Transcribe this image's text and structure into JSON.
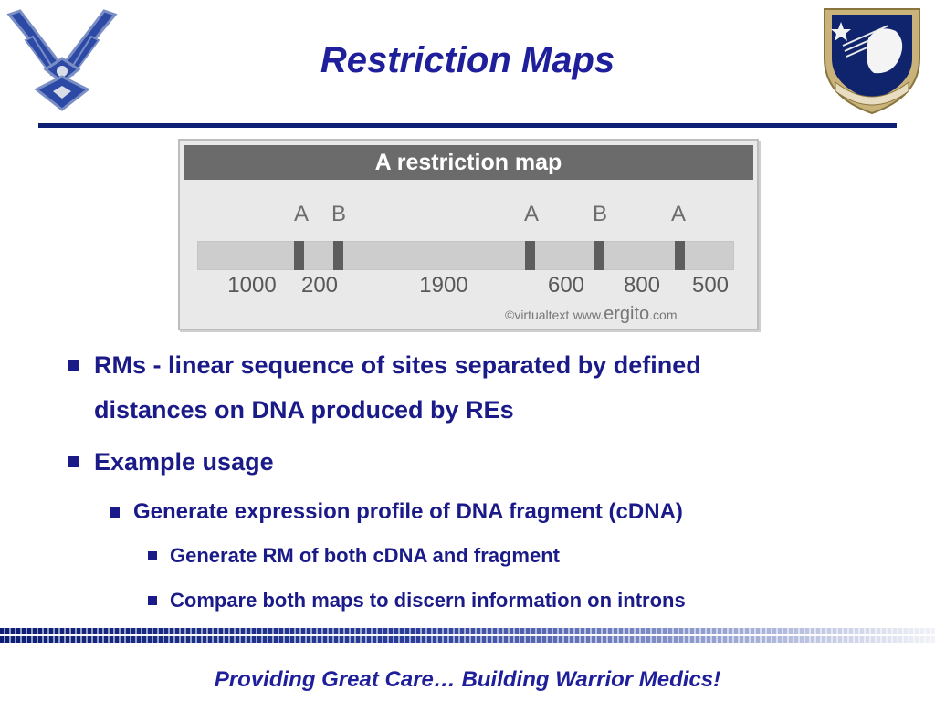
{
  "slide": {
    "title": "Restriction Maps"
  },
  "header": {
    "left_logo_icon": "air-force-wing-emblem-icon",
    "right_logo_icon": "59th-medical-wing-shield-icon"
  },
  "figure": {
    "title": "A restriction map",
    "site_labels": [
      "A",
      "B",
      "A",
      "B",
      "A"
    ],
    "distances": [
      "1000",
      "200",
      "1900",
      "600",
      "800",
      "500"
    ],
    "credit_prefix": "©virtualtext",
    "credit_www": "www.",
    "credit_brand": "ergito",
    "credit_suffix": ".com"
  },
  "bullets": [
    {
      "level": 1,
      "lines": [
        "RMs - linear sequence of sites separated by defined",
        "distances on DNA produced by REs"
      ]
    },
    {
      "level": 1,
      "lines": [
        "Example usage"
      ]
    },
    {
      "level": 2,
      "lines": [
        "Generate expression profile of DNA fragment (cDNA)"
      ]
    },
    {
      "level": 3,
      "lines": [
        "Generate RM of both cDNA and fragment"
      ]
    },
    {
      "level": 3,
      "lines": [
        "Compare both maps to discern information on introns"
      ]
    }
  ],
  "footer": {
    "tagline": "Providing Great Care… Building Warrior Medics!"
  },
  "colors": {
    "title": "#1f1f9c",
    "bullet_text": "#1a1a88",
    "header_rule": "#0d1f74"
  }
}
